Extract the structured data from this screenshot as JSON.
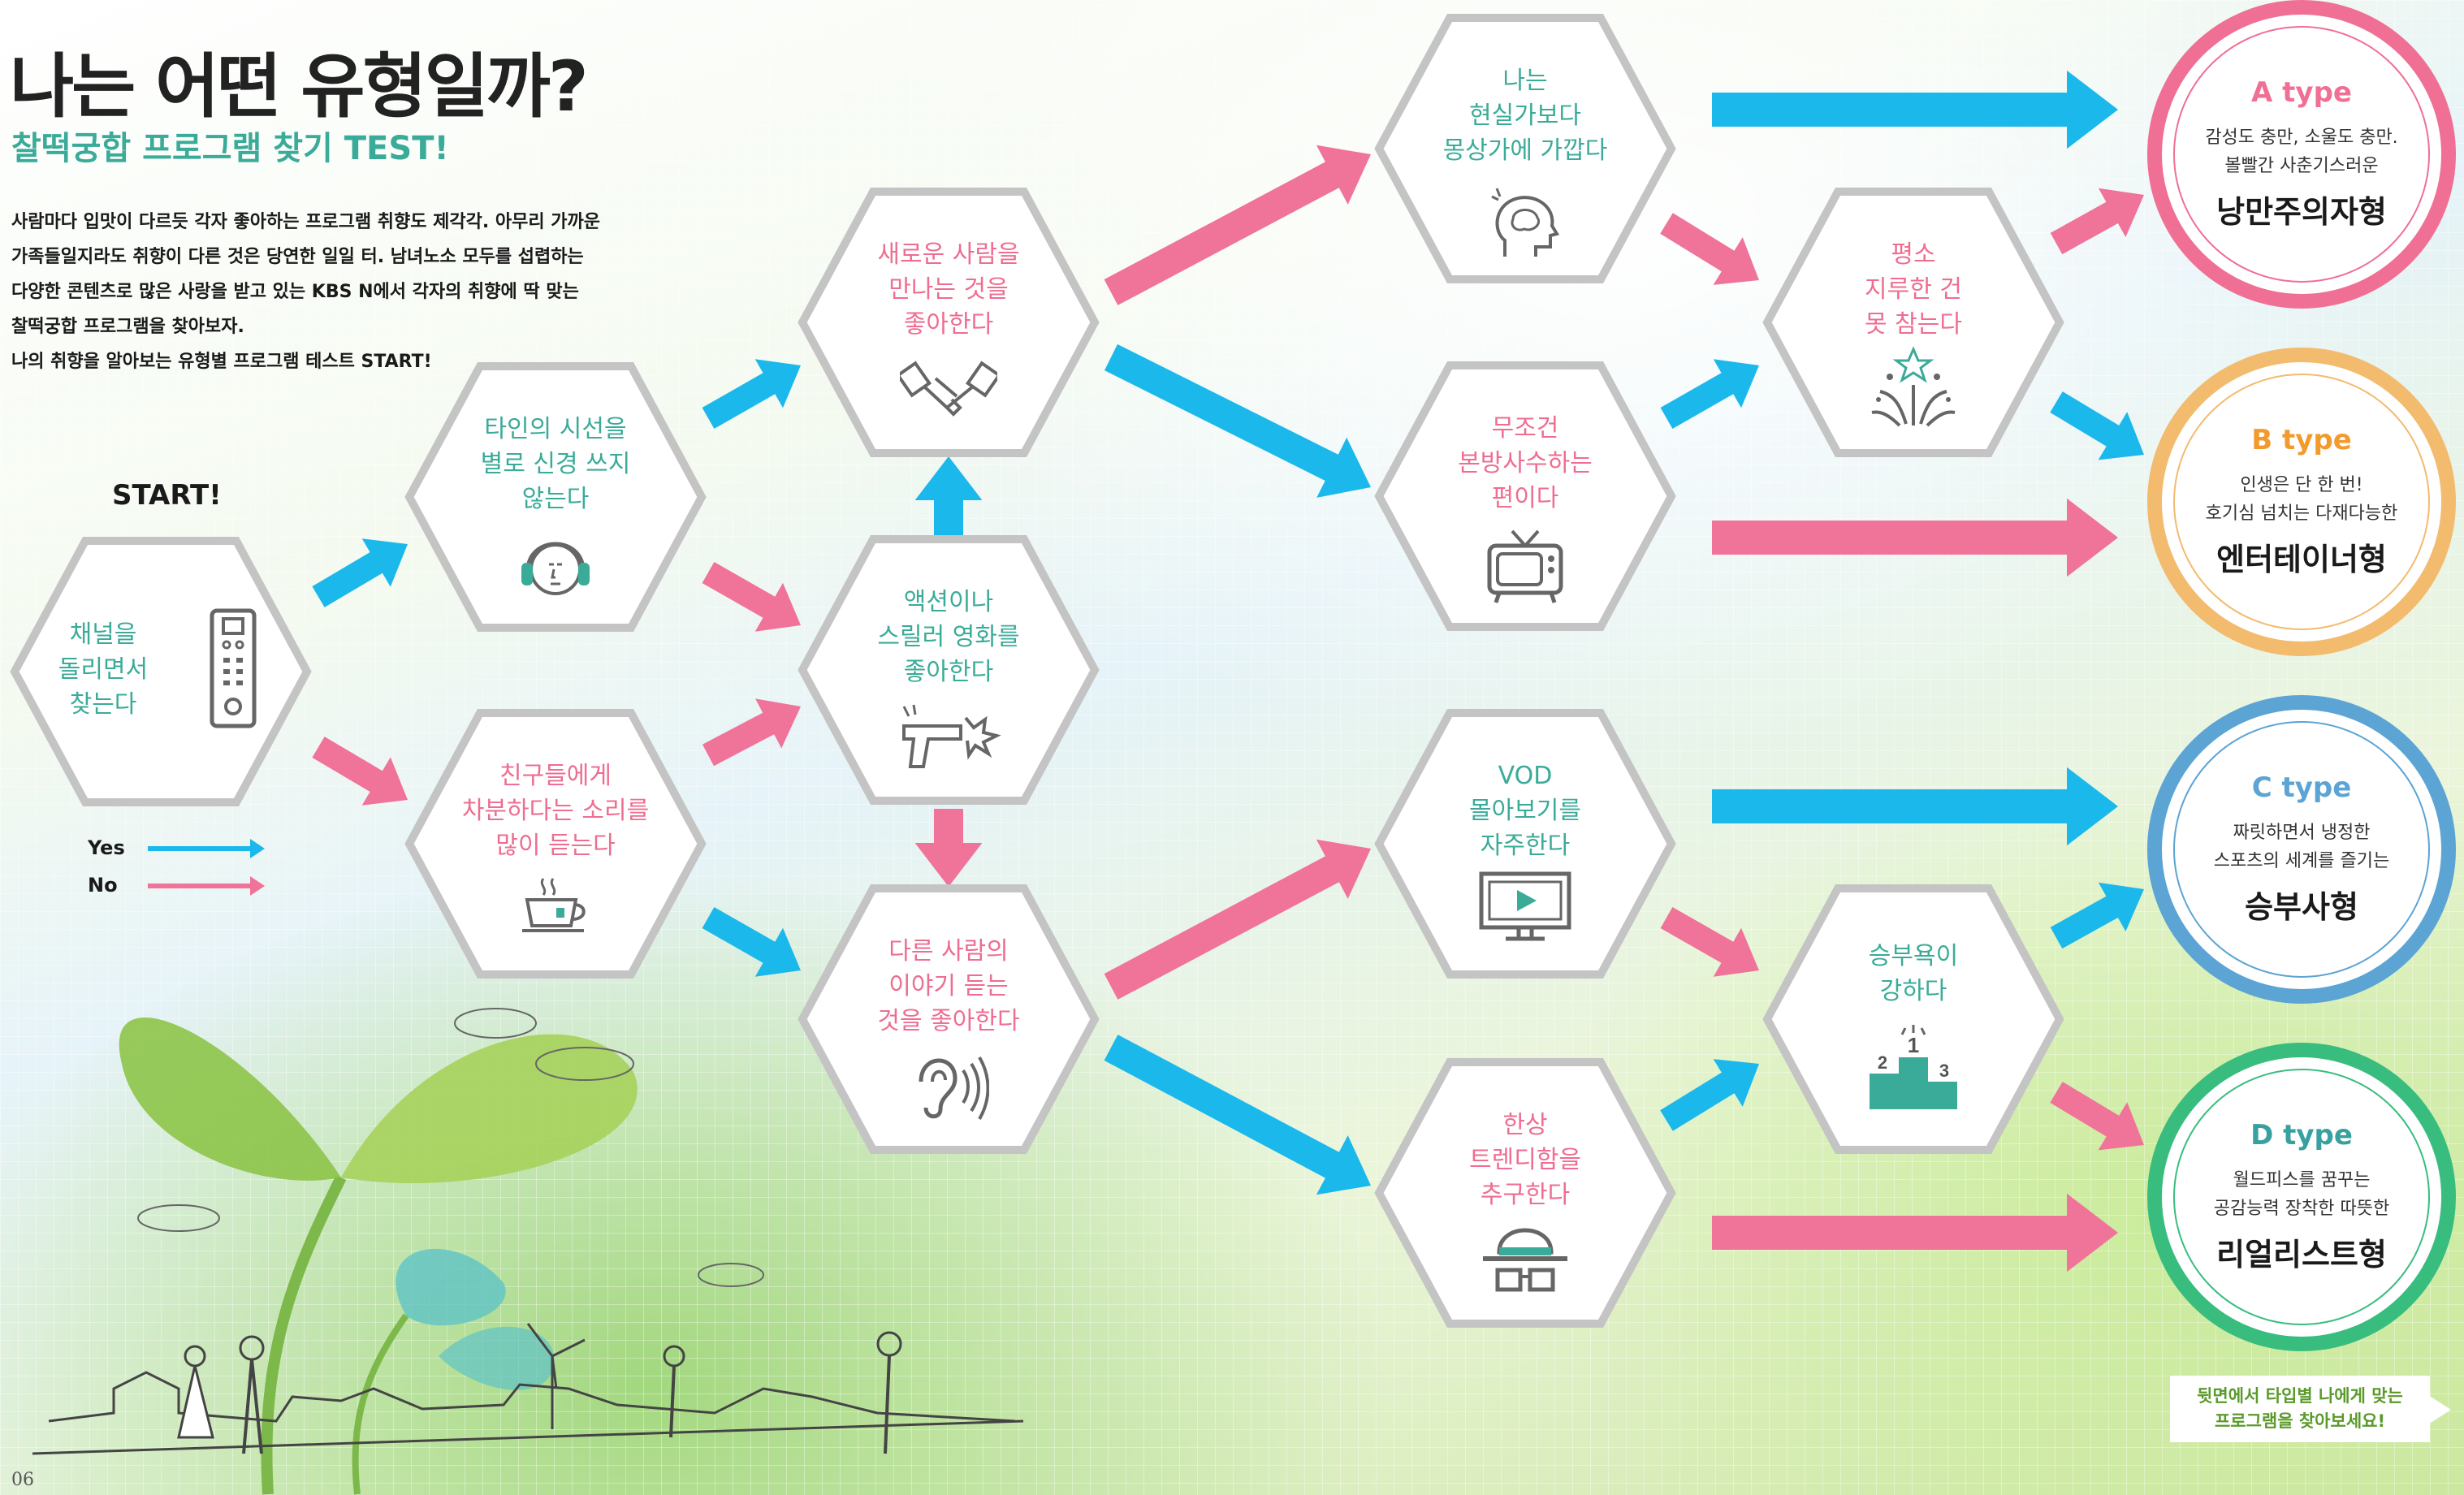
{
  "header": {
    "title": "나는 어떤 유형일까?",
    "subtitle": "찰떡궁합 프로그램 찾기 TEST!",
    "intro_lines": [
      "사람마다 입맛이 다르듯 각자 좋아하는 프로그램 취향도 제각각. 아무리 가까운",
      "가족들일지라도 취향이 다른 것은 당연한 일일 터. 남녀노소 모두를 섭렵하는",
      "다양한 콘텐츠로 많은 사랑을 받고 있는 KBS N에서 각자의 취향에 딱 맞는",
      "찰떡궁합 프로그램을 찾아보자.",
      "나의 취향을 알아보는 유형별 프로그램 테스트 START!"
    ]
  },
  "start_label": "START!",
  "legend": {
    "yes_label": "Yes",
    "no_label": "No",
    "yes_color": "#1bb8ec",
    "no_color": "#f07399"
  },
  "colors": {
    "yes": "#1bb8ec",
    "no": "#f07399",
    "teal_text": "#3aab98",
    "pink_text": "#ee6d90",
    "hex_border": "#c4c4c4",
    "a_type": "#f06f95",
    "b_type": "#f2bb6e",
    "c_type": "#5ba4d4",
    "d_type": "#39bd7f"
  },
  "nodes": {
    "start": {
      "text": "채널을\n돌리면서\n찾는다",
      "icon": "remote-control-icon"
    },
    "gaze": {
      "text": "타인의 시선을\n별로 신경 쓰지\n않는다",
      "icon": "headphones-icon"
    },
    "calm": {
      "text": "친구들에게\n차분하다는 소리를\n많이 듣는다",
      "icon": "teacup-icon"
    },
    "newpeople": {
      "text": "새로운 사람을\n만나는 것을\n좋아한다",
      "icon": "handshake-icon"
    },
    "action": {
      "text": "액션이나\n스릴러 영화를\n좋아한다",
      "icon": "gun-icon"
    },
    "listen": {
      "text": "다른 사람의\n이야기 듣는\n것을 좋아한다",
      "icon": "ear-icon"
    },
    "dreamer": {
      "text": "나는\n현실가보다\n몽상가에 가깝다",
      "icon": "brain-head-icon"
    },
    "free": {
      "text": "무조건\n본방사수하는\n편이다",
      "icon": "tv-icon"
    },
    "vod": {
      "text": "VOD\n몰아보기를\n자주한다",
      "icon": "monitor-play-icon"
    },
    "trendy": {
      "text": "한상\n트렌디함을\n추구한다",
      "icon": "hat-glasses-icon"
    },
    "boring": {
      "text": "평소\n지루한 건\n못 참는다",
      "icon": "fireworks-icon"
    },
    "compete": {
      "text": "승부욕이\n강하다",
      "icon": "podium-icon"
    }
  },
  "results": [
    {
      "type": "A type",
      "desc1": "감성도 충만, 소울도 충만.",
      "desc2": "볼빨간 사춘기스러운",
      "result": "낭만주의자형"
    },
    {
      "type": "B type",
      "desc1": "인생은 단 한 번!",
      "desc2": "호기심 넘치는 다재다능한",
      "result": "엔터테이너형"
    },
    {
      "type": "C type",
      "desc1": "짜릿하면서 냉정한",
      "desc2": "스포츠의 세계를 즐기는",
      "result": "승부사형"
    },
    {
      "type": "D type",
      "desc1": "월드피스를 꿈꾸는",
      "desc2": "공감능력 장착한 따뜻한",
      "result": "리얼리스트형"
    }
  ],
  "footer_note": {
    "line1": "뒷면에서 타입별 나에게 맞는",
    "line2": "프로그램을 찾아보세요!"
  },
  "page_number": "06"
}
